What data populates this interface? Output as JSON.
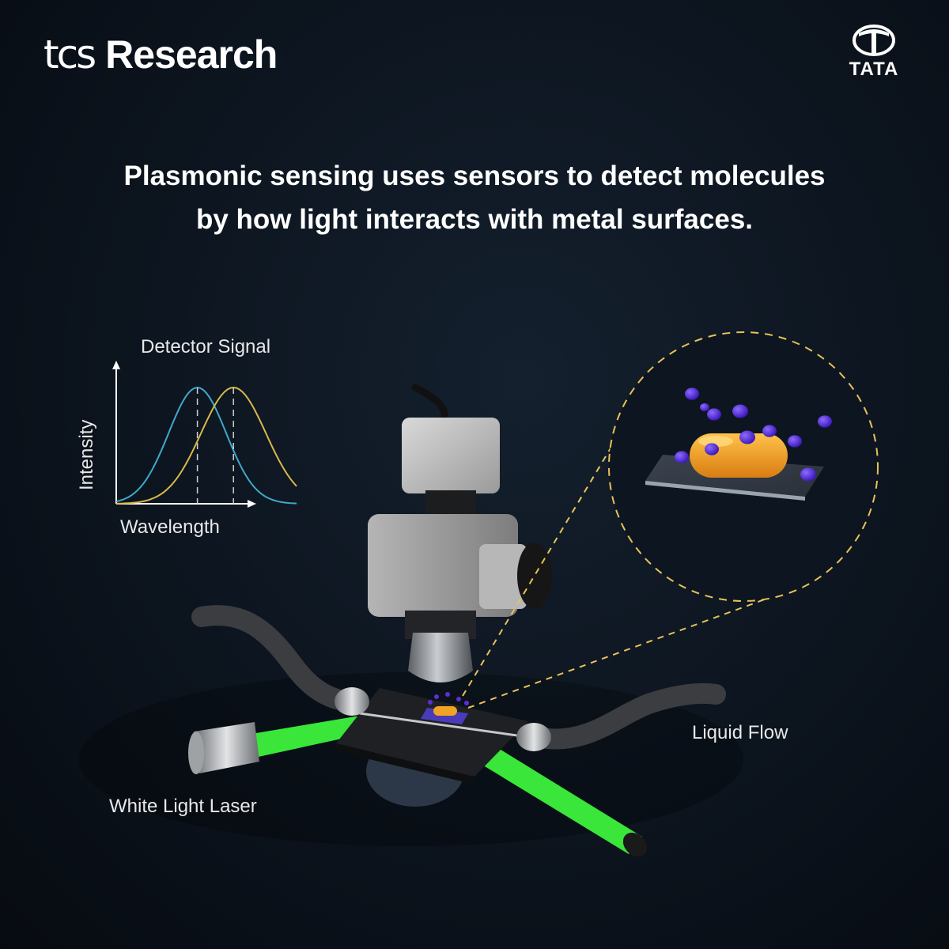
{
  "brand": {
    "prefix": "tcs",
    "name": "Research",
    "partner": "TATA"
  },
  "headline": {
    "line1": "Plasmonic sensing uses sensors to detect molecules",
    "line2": "by how light interacts with metal surfaces."
  },
  "chart": {
    "title": "Detector Signal",
    "xlabel": "Wavelength",
    "ylabel": "Intensity",
    "series_colors": [
      "#3fa9c9",
      "#d9b94a"
    ]
  },
  "labels": {
    "liquid_flow": "Liquid Flow",
    "laser": "White Light Laser"
  },
  "colors": {
    "background": "#0c141e",
    "laser": "#39e639",
    "particle": "#f2a324",
    "molecule": "#5b2fd6",
    "dash_circle": "#e8c25a"
  },
  "chart_data": {
    "type": "line",
    "title": "Detector Signal",
    "xlabel": "Wavelength",
    "ylabel": "Intensity",
    "series": [
      {
        "peak": 0.45,
        "width": 0.16
      },
      {
        "peak": 0.65,
        "width": 0.18
      }
    ],
    "xlim": [
      0,
      1
    ],
    "ylim": [
      0,
      1
    ],
    "peak_markers": "dashed-vertical",
    "grid": false
  }
}
